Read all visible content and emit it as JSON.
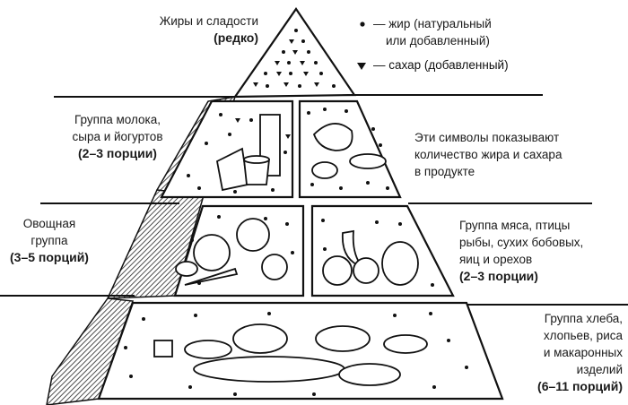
{
  "labels": {
    "top": {
      "name": "Жиры и сладости",
      "servings": "(редко)"
    },
    "milk": {
      "lines": [
        "Группа молока,",
        "сыра и йогуртов"
      ],
      "servings": "(2–3 порции)"
    },
    "veg": {
      "lines": [
        "Овощная",
        "группа"
      ],
      "servings": "(3–5 порций)"
    },
    "meat": {
      "lines": [
        "Группа мяса, птицы",
        "рыбы, сухих бобовых,",
        "яиц и орехов"
      ],
      "servings": "(2–3 порции)"
    },
    "bread": {
      "lines": [
        "Группа хлеба,",
        "хлопьев, риса",
        "и макаронных",
        "изделий"
      ],
      "servings": "(6–11 порций)"
    }
  },
  "legend": {
    "fat": {
      "symbol": "•",
      "lines": [
        "— жир (натуральный",
        "или добавленный)"
      ]
    },
    "sugar": {
      "symbol": "▼",
      "text": "— сахар (добавленный)"
    },
    "note": [
      "Эти символы показывают",
      "количество жира и сахара",
      "в продукте"
    ]
  },
  "colors": {
    "ink": "#111111",
    "paper": "#ffffff",
    "hatch": "#222222"
  }
}
